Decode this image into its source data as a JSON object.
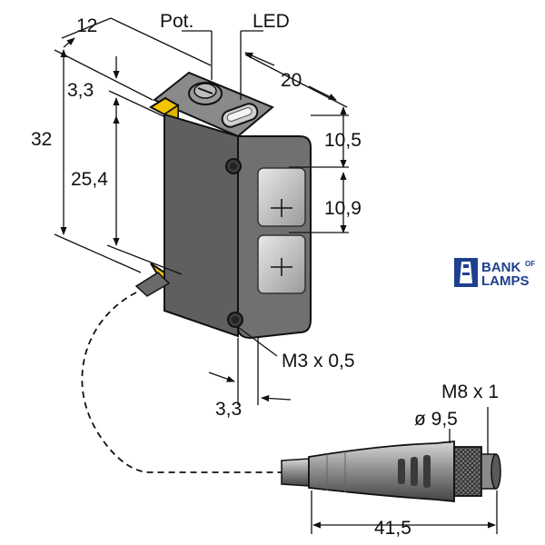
{
  "labels": {
    "pot": "Pot.",
    "led": "LED",
    "width_top": "12",
    "depth": "20",
    "offset_top": "3,3",
    "height": "32",
    "hole_spacing": "25,4",
    "lens_top": "10,5",
    "lens_pitch": "10,9",
    "screw_thread": "M3 x 0,5",
    "hole_edge": "3,3",
    "connector_thread": "M8 x 1",
    "connector_diameter": "ø 9,5",
    "cable_length": "41,5"
  },
  "logo": {
    "line1": "BANK",
    "of": "OF",
    "line2": "LAMPS",
    "color": "#1f3f8f"
  },
  "colors": {
    "housing": "#6b6b6b",
    "housing_dark": "#4a4a4a",
    "accent_yellow": "#f5c400",
    "outline": "#111111"
  }
}
